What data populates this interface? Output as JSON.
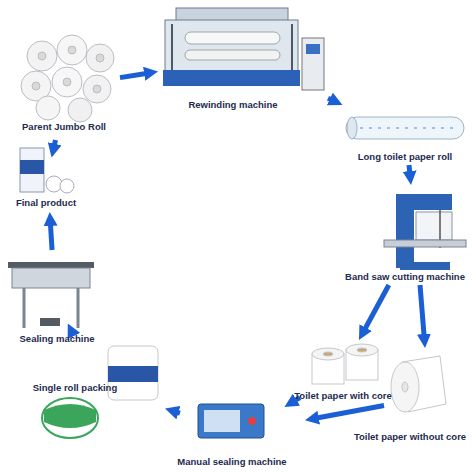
{
  "diagram": {
    "nodes": [
      {
        "text": [
          "Parent Jumbo Roll"
        ]
      },
      {
        "text": [
          "Rewinding machine"
        ]
      },
      {
        "text": [
          "Long toilet paper roll"
        ]
      },
      {
        "text": [
          "Band saw cutting machine"
        ]
      },
      {
        "text": [
          "Toilet paper with core"
        ]
      },
      {
        "text": [
          "Toilet paper without core"
        ]
      },
      {
        "text": [
          "Manual sealing machine"
        ]
      },
      {
        "text": [
          "Single roll packing"
        ]
      },
      {
        "text": [
          "Sealing machine"
        ]
      },
      {
        "text": [
          "Final product"
        ]
      }
    ],
    "edges": [
      {
        "from": 0,
        "to": 1,
        "arrow": "to"
      },
      {
        "from": 1,
        "to": 2,
        "arrow": "to"
      },
      {
        "from": 2,
        "to": 3,
        "arrow": "to"
      },
      {
        "from": 3,
        "to": 4,
        "arrow": "to"
      },
      {
        "from": 3,
        "to": 5,
        "arrow": "to"
      },
      {
        "from": 4,
        "to": 6,
        "arrow": "to"
      },
      {
        "from": 5,
        "to": 6,
        "arrow": "to"
      },
      {
        "from": 6,
        "to": 7,
        "arrow": "to"
      },
      {
        "from": 7,
        "to": 8,
        "arrow": "to"
      },
      {
        "from": 8,
        "to": 9,
        "arrow": "to"
      },
      {
        "from": 9,
        "to": 0,
        "arrow": "to"
      }
    ]
  }
}
